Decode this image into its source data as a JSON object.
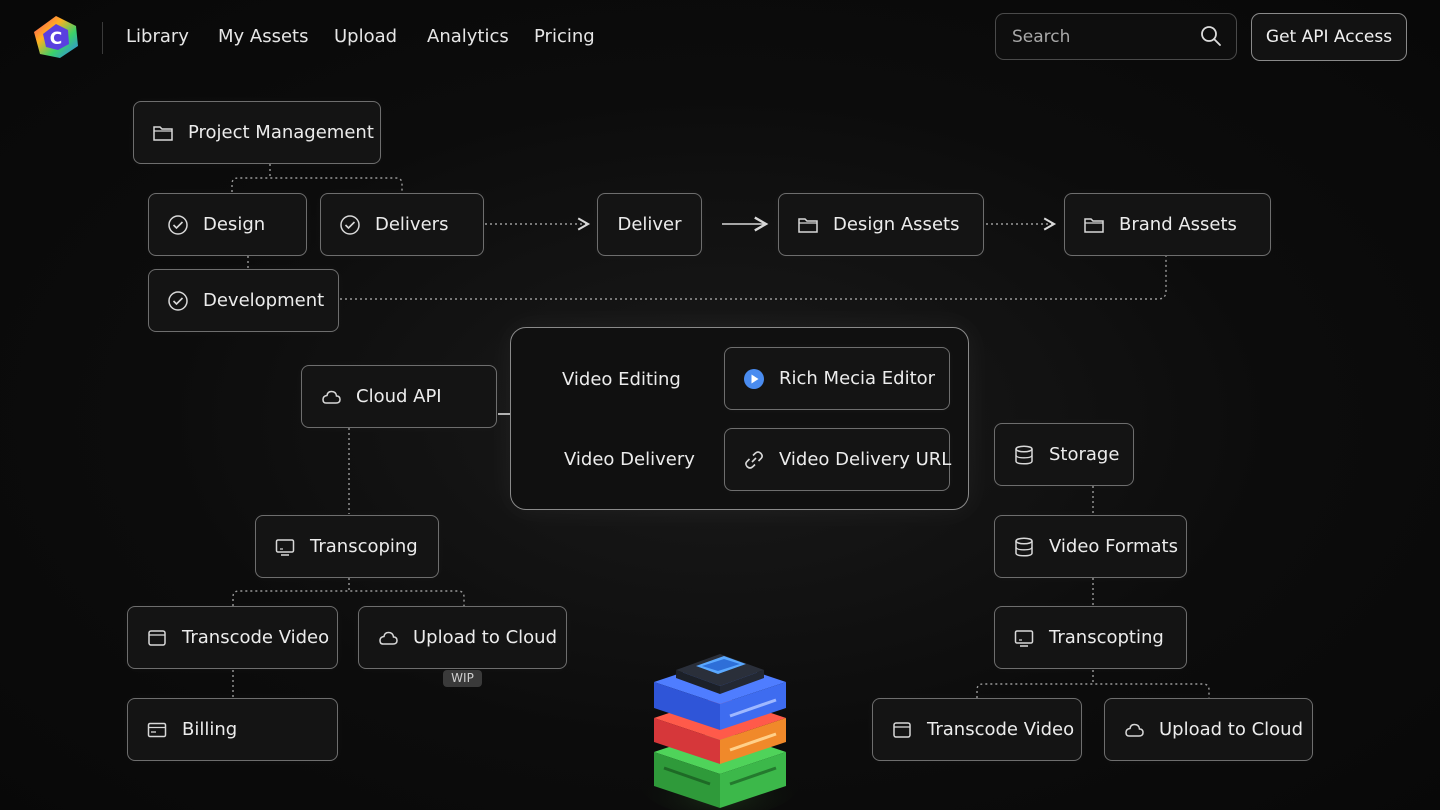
{
  "nav": {
    "links": [
      "Library",
      "My Assets",
      "Upload",
      "Analytics",
      "Pricing"
    ],
    "search_placeholder": "Search",
    "cta": "Get API Access"
  },
  "diagram": {
    "project_management": "Project Management",
    "design": "Design",
    "delivers": "Delivers",
    "development": "Development",
    "deliver": "Deliver",
    "design_assets": "Design Assets",
    "brand_assets": "Brand Assets",
    "cloud_api": "Cloud API",
    "video_editing": "Video Editing",
    "video_delivery": "Video Delivery",
    "rich_media_editor": "Rich Mecia Editor",
    "video_delivery_url": "Video Delivery URL",
    "transcoping": "Transcoping",
    "transcode_video_left": "Transcode Video",
    "upload_to_cloud_left": "Upload to Cloud",
    "wip": "WIP",
    "billing": "Billing",
    "storage": "Storage",
    "video_formats": "Video Formats",
    "transcopting": "Transcopting",
    "transcode_video_right": "Transcode Video",
    "upload_to_cloud_right": "Upload to Cloud"
  },
  "colors": {
    "background": "#0b0b0b",
    "node_border": "#6e6e6e",
    "accent_play": "#4a8cf0"
  },
  "icons": [
    "folder-icon",
    "check-circle-icon",
    "cloud-icon",
    "play-icon",
    "link-icon",
    "monitor-icon",
    "window-icon",
    "database-icon",
    "billing-icon",
    "search-icon"
  ]
}
